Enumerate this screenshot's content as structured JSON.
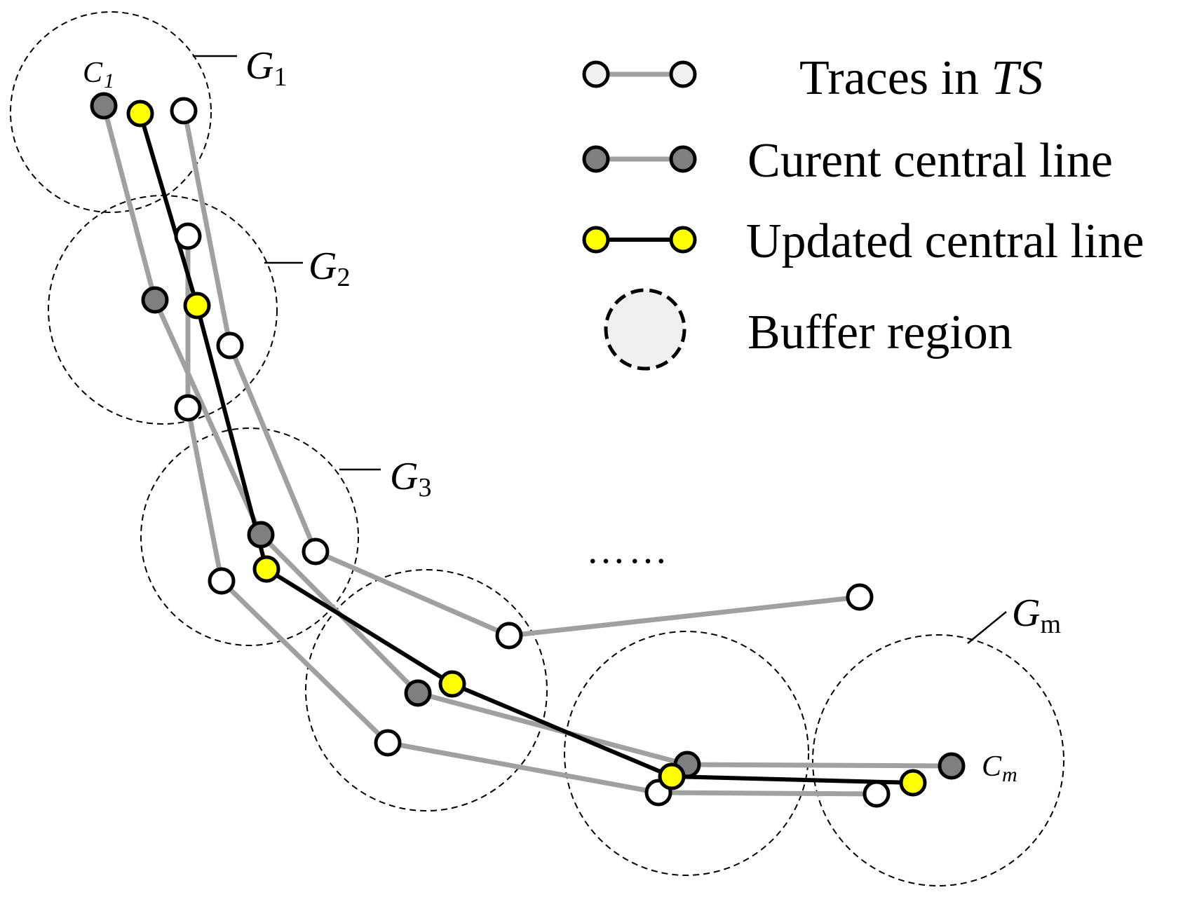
{
  "colors": {
    "trace_line": "#a0a0a0",
    "trace_point_fill": "#ffffff",
    "current_point_fill": "#7f7f7f",
    "updated_point_fill": "#ffff00",
    "updated_line": "#000000",
    "buffer_fill": "#f0f0f0"
  },
  "labels": {
    "c1_main": "C",
    "c1_sub": "1",
    "cm_main": "C",
    "cm_sub": "m",
    "g1_main": "G",
    "g1_sub": "1",
    "g2_main": "G",
    "g2_sub": "2",
    "g3_main": "G",
    "g3_sub": "3",
    "gm_main": "G",
    "gm_sub": "m",
    "ellipsis": "……"
  },
  "legend": {
    "traces_prefix": "Traces in ",
    "traces_italic": "TS",
    "current": "Curent central line",
    "updated": "Updated central line",
    "buffer": "Buffer region"
  }
}
